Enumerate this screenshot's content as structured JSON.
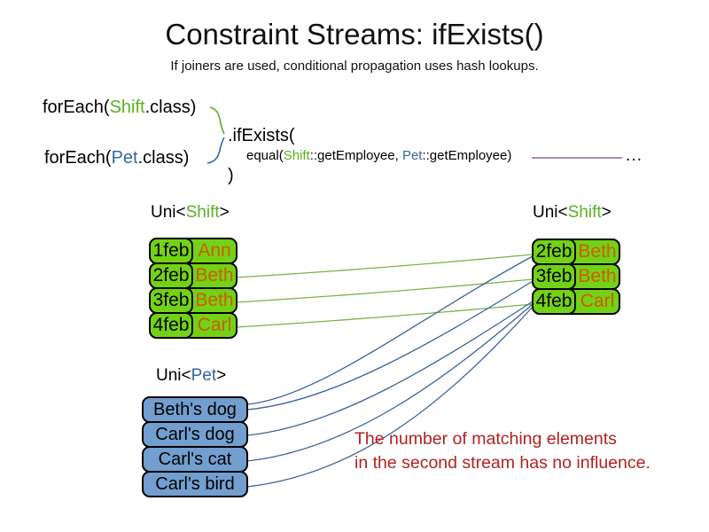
{
  "slide": {
    "title": "Constraint Streams: ifExists()",
    "subtitle": "If joiners are used, conditional propagation uses hash lookups."
  },
  "code": {
    "foreach_shift": {
      "pre": "forEach(",
      "cls": "Shift",
      "post": ".class)"
    },
    "foreach_pet": {
      "pre": "forEach(",
      "cls": "Pet",
      "post": ".class)"
    },
    "if_exists_open": ".ifExists(",
    "equal": {
      "pre": "equal(",
      "shift": "Shift",
      "mid": "::getEmployee, ",
      "pet": "Pet",
      "post": "::getEmployee)"
    },
    "ellipsis": "…",
    "close_paren": ")"
  },
  "left_shift_table": {
    "header": {
      "pre": "Uni<",
      "type": "Shift",
      "post": ">"
    },
    "rows": [
      {
        "date": "1feb",
        "name": "Ann"
      },
      {
        "date": "2feb",
        "name": "Beth"
      },
      {
        "date": "3feb",
        "name": "Beth"
      },
      {
        "date": "4feb",
        "name": "Carl"
      }
    ]
  },
  "right_shift_table": {
    "header": {
      "pre": "Uni<",
      "type": "Shift",
      "post": ">"
    },
    "rows": [
      {
        "date": "2feb",
        "name": "Beth"
      },
      {
        "date": "3feb",
        "name": "Beth"
      },
      {
        "date": "4feb",
        "name": "Carl"
      }
    ]
  },
  "pet_table": {
    "header": {
      "pre": "Uni<",
      "type": "Pet",
      "post": ">"
    },
    "rows": [
      {
        "name": "Beth's dog"
      },
      {
        "name": "Carl's dog"
      },
      {
        "name": "Carl's cat"
      },
      {
        "name": "Carl's bird"
      }
    ]
  },
  "note": {
    "line1": "The number of matching elements",
    "line2": "in the second stream has no influence."
  },
  "colors": {
    "shift_box_fill": "#73D216",
    "pet_box_fill": "#729FCF",
    "shift_type_green": "#5BB021",
    "pet_type_blue": "#3465A4",
    "employee_orange": "#CE5C00",
    "note_red": "#B22222",
    "shift_join_line_green": "#77B34B",
    "pet_join_line_blue": "#39639C",
    "joiner_line_purple": "#8B6B9E"
  }
}
